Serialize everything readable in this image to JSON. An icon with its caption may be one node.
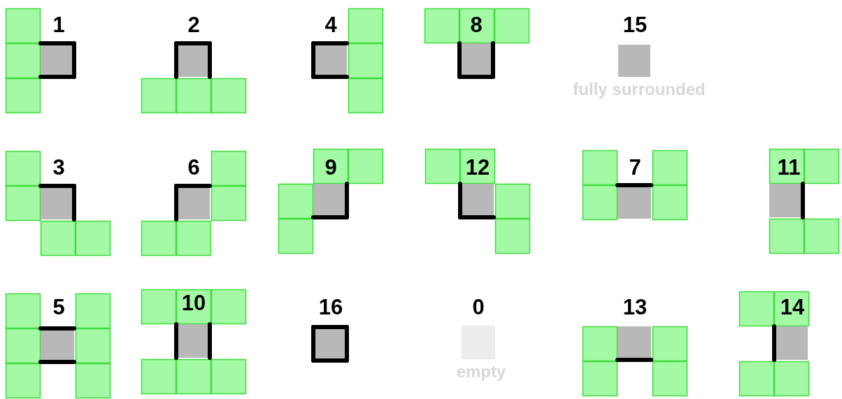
{
  "diagram": {
    "labels": [
      "1",
      "2",
      "4",
      "8",
      "15",
      "fully surrounded",
      "3",
      "6",
      "9",
      "12",
      "7",
      "11",
      "5",
      "10",
      "16",
      "0",
      "empty",
      "13",
      "14"
    ]
  }
}
